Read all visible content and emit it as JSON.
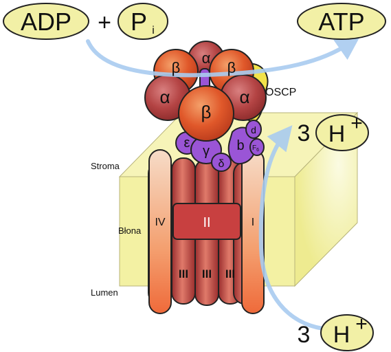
{
  "reaction": {
    "adp": "ADP",
    "plus": "+",
    "pi_main": "P",
    "pi_sub": "i",
    "atp": "ATP"
  },
  "protons": {
    "top_count": "3",
    "bottom_count": "3",
    "ion": "H",
    "charge": "+"
  },
  "regions": {
    "stroma": "Stroma",
    "membrane": "Błona",
    "lumen": "Lumen"
  },
  "subunits": {
    "alpha": "α",
    "beta": "β",
    "epsilon": "ε",
    "gamma": "γ",
    "delta": "δ",
    "b": "b",
    "d": "d",
    "f6": "F",
    "f6_sub": "6",
    "oscp": "OSCP",
    "iv": "IV",
    "ii": "II",
    "i": "I",
    "iii": "III"
  },
  "colors": {
    "label_fill": "#f2f0a6",
    "membrane": "#f3f1a3",
    "arrow": "#a9ccf0",
    "head": "#e05a2c",
    "stalk": "#9a55d6",
    "c_ring": "#c84040",
    "oscp": "#f2e24a"
  }
}
